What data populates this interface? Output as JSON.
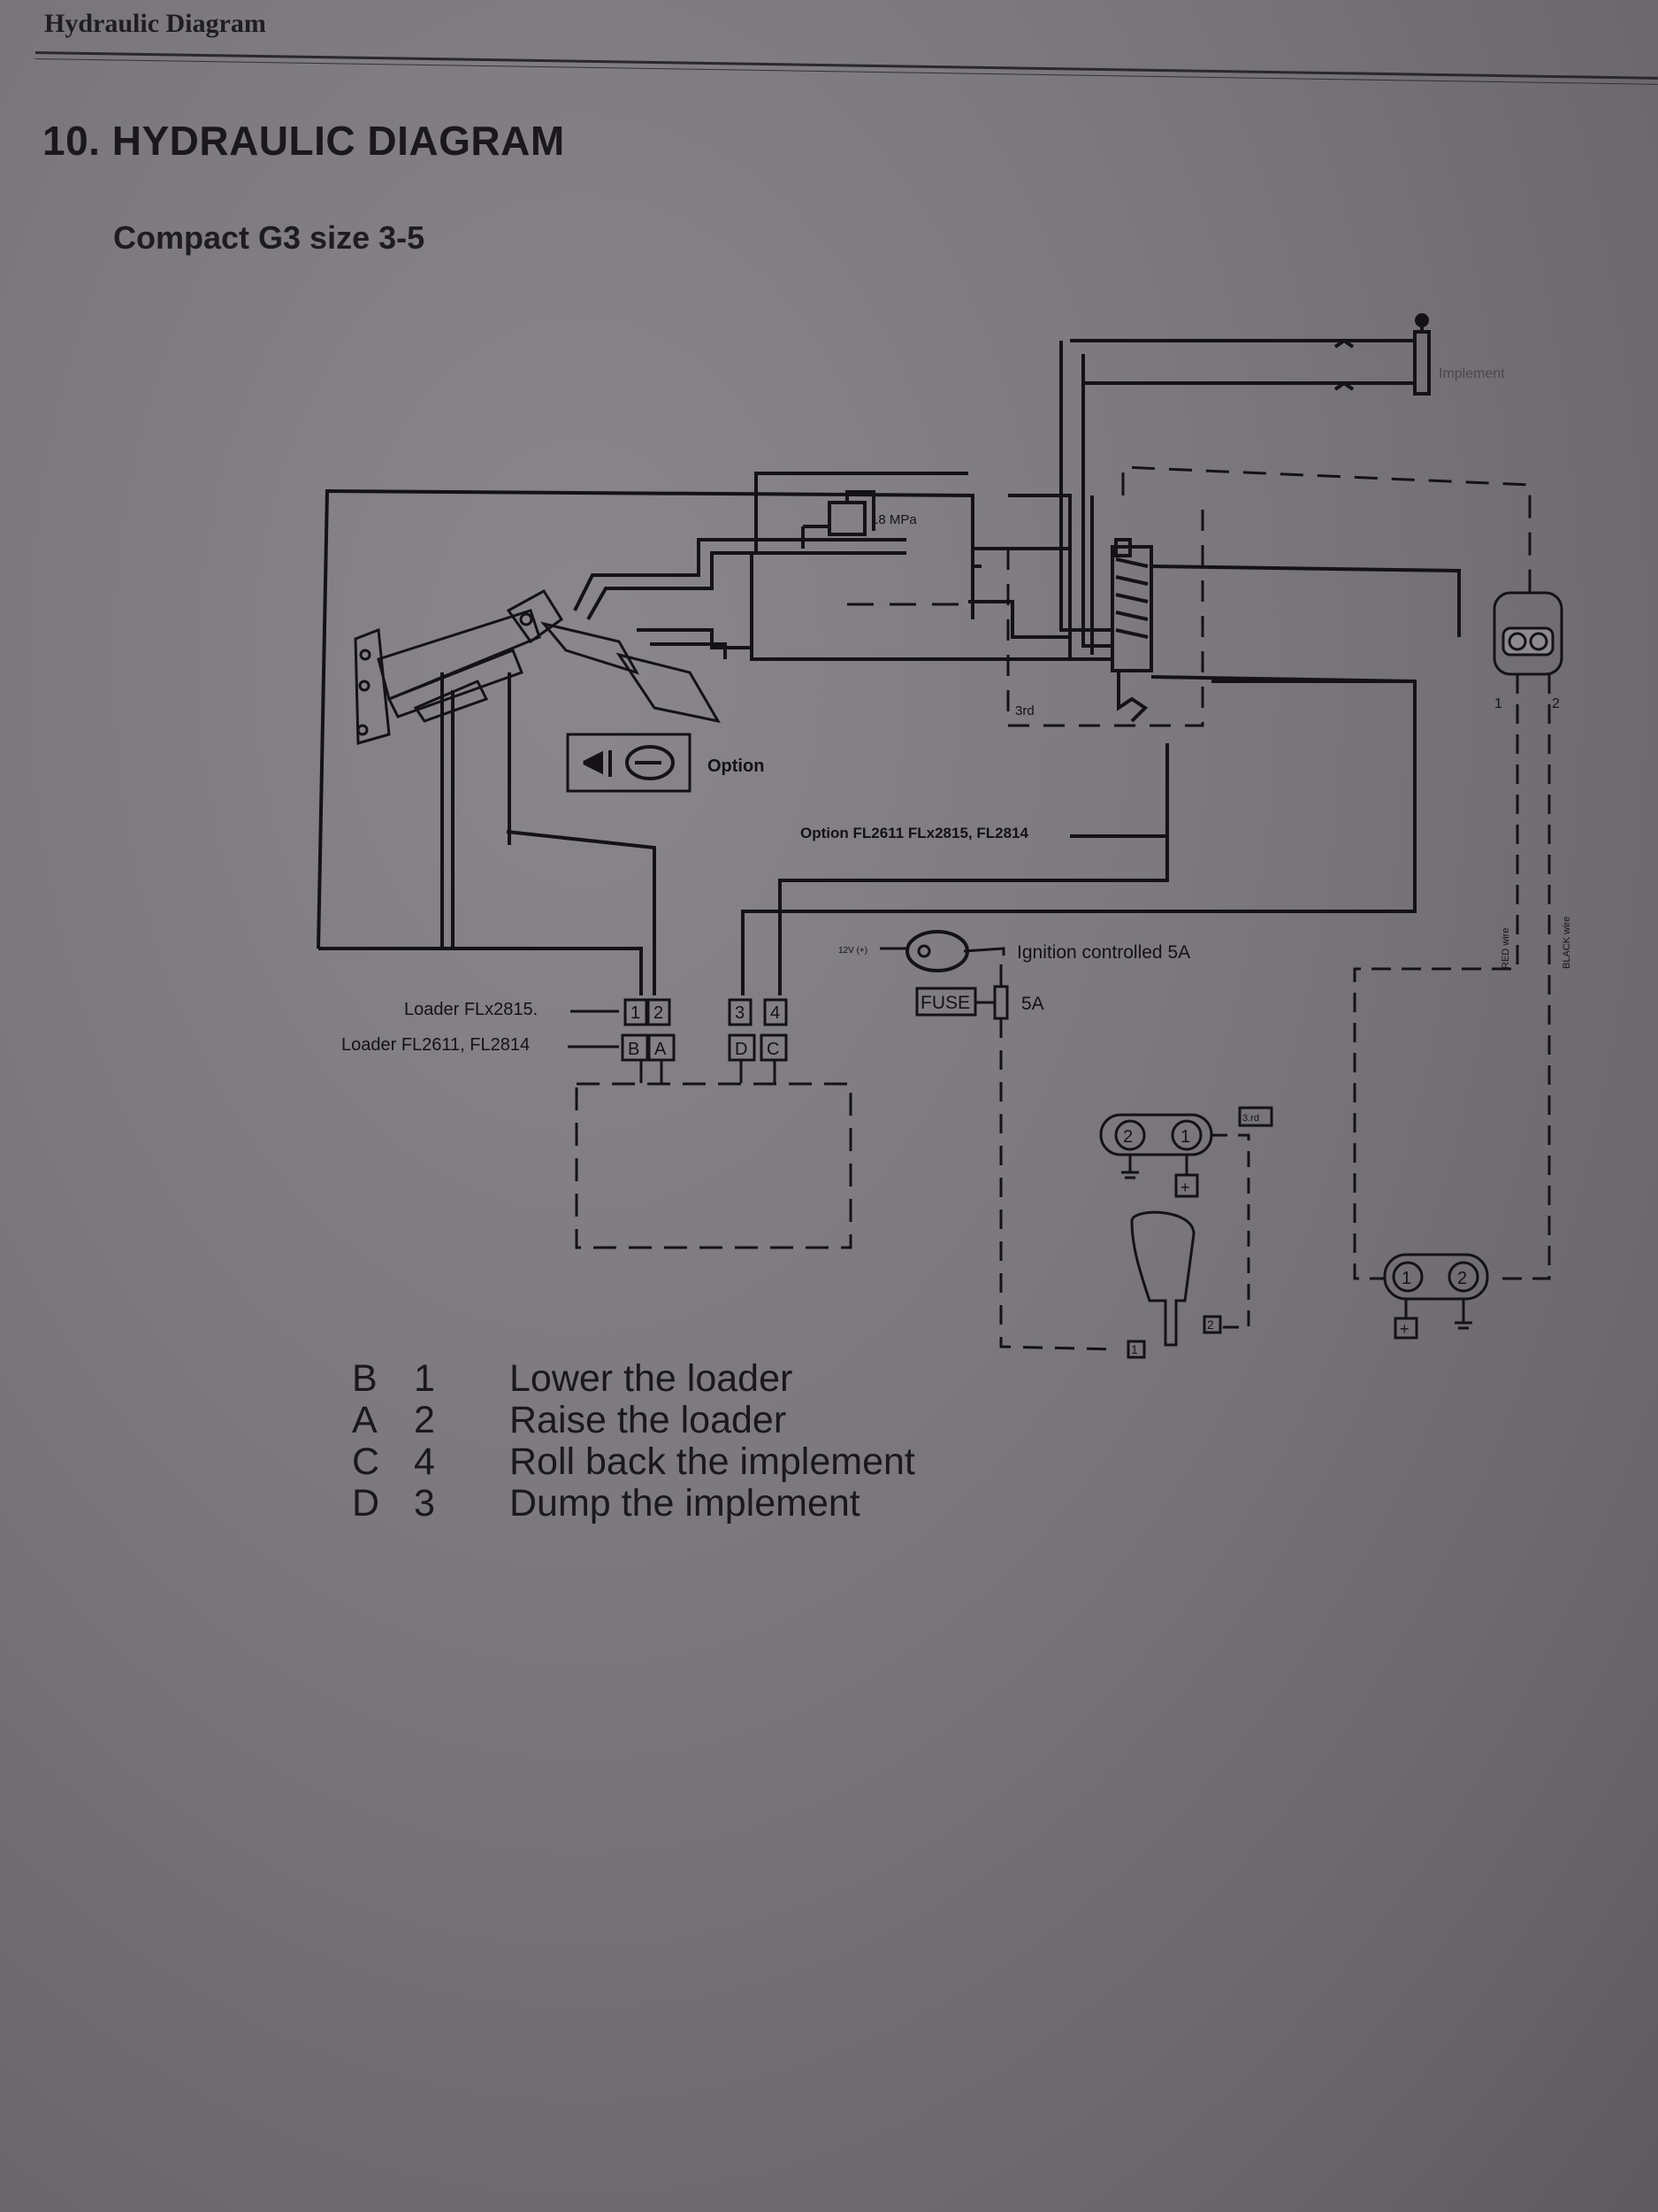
{
  "header": {
    "running_title": "Hydraulic Diagram"
  },
  "section": {
    "title": "10. HYDRAULIC DIAGRAM",
    "subtitle": "Compact G3 size 3-5"
  },
  "diagram": {
    "labels": {
      "implement": "Implement",
      "pressure": "18 MPa",
      "third": "3rd",
      "option": "Option",
      "option_models": "Option FL2611 FLx2815, FL2814",
      "voltage": "12V (+)",
      "ignition": "Ignition controlled 5A",
      "fuse": "FUSE",
      "fuse_rating": "5A",
      "loader_flx": "Loader FLx2815.",
      "loader_fl": "Loader FL2611, FL2814",
      "port_1": "1",
      "port_2": "2",
      "port_3": "3",
      "port_4": "4",
      "port_b": "B",
      "port_a": "A",
      "port_d": "D",
      "port_c": "C",
      "conn_pin_1": "1",
      "conn_pin_2": "2",
      "red_wire": "RED wire",
      "black_wire": "BLACK wire",
      "switch_pin_1": "1",
      "switch_pin_2": "2",
      "third_tag": "3.rd",
      "plus": "+",
      "plug_pin_1": "1",
      "plug_pin_2": "2"
    }
  },
  "legend": [
    {
      "letter": "B",
      "number": "1",
      "text": "Lower the loader"
    },
    {
      "letter": "A",
      "number": "2",
      "text": "Raise the loader"
    },
    {
      "letter": "C",
      "number": "4",
      "text": "Roll back the implement"
    },
    {
      "letter": "D",
      "number": "3",
      "text": "Dump the implement"
    }
  ]
}
